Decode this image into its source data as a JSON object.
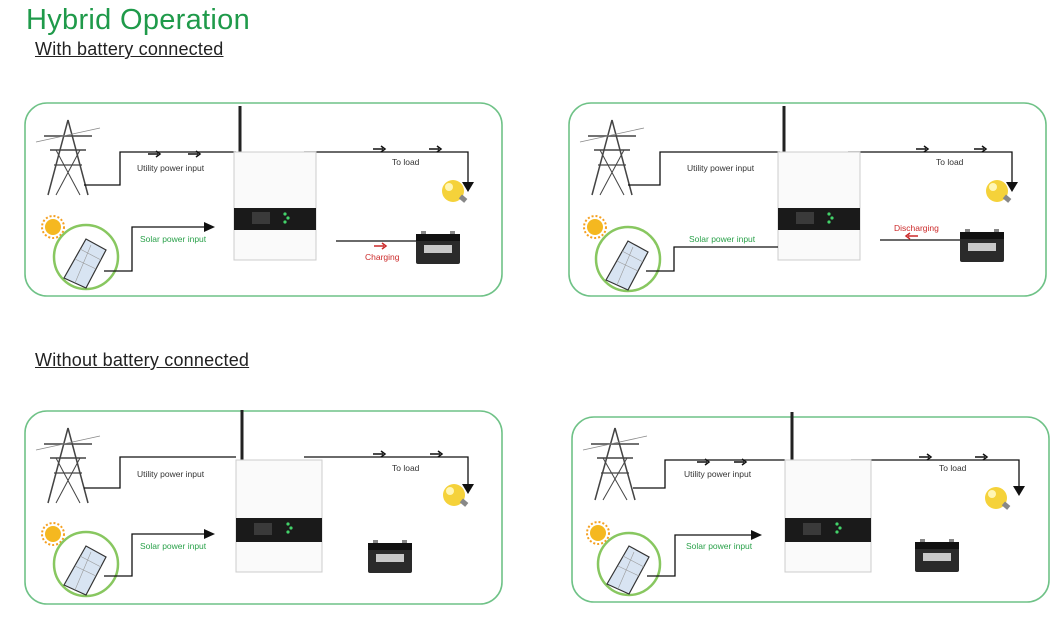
{
  "header": {
    "title": "Hybrid Operation",
    "section1": "With battery connected",
    "section2": "Without battery connected"
  },
  "colors": {
    "brand_green": "#1f9a4a",
    "panel_border": "#6fc287",
    "charging_red": "#cc2a2a",
    "solar_label_green": "#2aa14a"
  },
  "panels": [
    {
      "utility": "Utility power input",
      "load": "To load",
      "solar": "Solar power input",
      "battery": "Charging"
    },
    {
      "utility": "Utility power input",
      "load": "To load",
      "solar": "Solar power input",
      "battery": "Discharging"
    },
    {
      "utility": "Utility power input",
      "load": "To load",
      "solar": "Solar power input"
    },
    {
      "utility": "Utility power input",
      "load": "To load",
      "solar": "Solar power input"
    }
  ]
}
